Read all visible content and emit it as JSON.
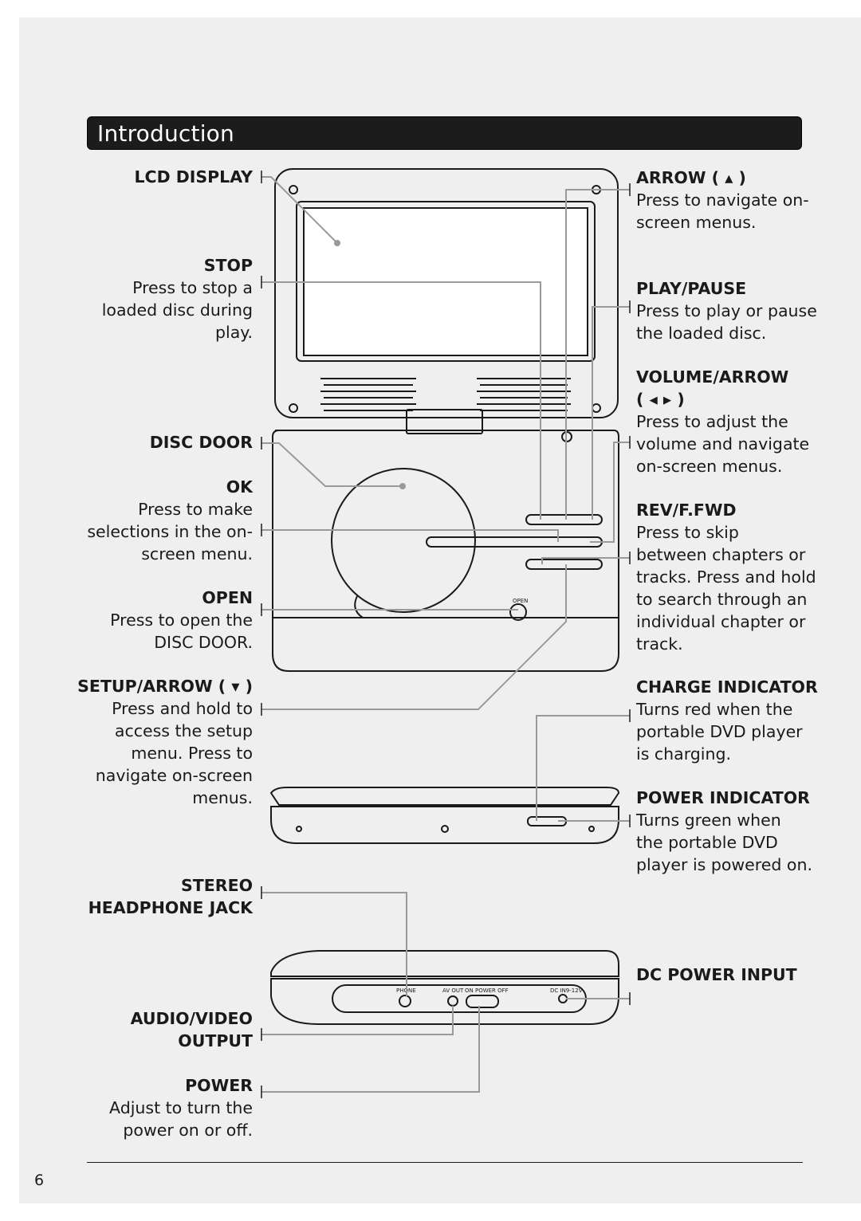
{
  "section_title": "Introduction",
  "page_number": "6",
  "left_labels": {
    "lcd_display": {
      "heading": "LCD DISPLAY",
      "desc": ""
    },
    "stop": {
      "heading": "STOP",
      "desc": "Press to stop a\nloaded disc during\nplay."
    },
    "disc_door": {
      "heading": "DISC DOOR",
      "desc": ""
    },
    "ok": {
      "heading": "OK",
      "desc": "Press to make\nselections in the on-\nscreen menu."
    },
    "open": {
      "heading": "OPEN",
      "desc": "Press to open the\nDISC DOOR."
    },
    "setup_arrow": {
      "heading": "SETUP/ARROW ( ▾ )",
      "desc": "Press and hold to\naccess the setup\nmenu. Press to\nnavigate on-screen\nmenus."
    },
    "headphone": {
      "heading": "STEREO\nHEADPHONE JACK",
      "desc": ""
    },
    "av_output": {
      "heading": "AUDIO/VIDEO\nOUTPUT",
      "desc": ""
    },
    "power": {
      "heading": "POWER",
      "desc": "Adjust to turn the\npower on or off."
    }
  },
  "right_labels": {
    "arrow_up": {
      "heading": "ARROW ( ▴ )",
      "desc": "Press to navigate on-\nscreen menus."
    },
    "play_pause": {
      "heading": "PLAY/PAUSE",
      "desc": "Press to play or pause\nthe loaded disc."
    },
    "volume_arrow": {
      "heading": "VOLUME/ARROW\n( ◂  ▸ )",
      "desc": "Press to adjust the\nvolume and navigate\non-screen menus."
    },
    "rev_ffwd": {
      "heading": "REV/F.FWD",
      "desc": "Press to skip\nbetween chapters or\ntracks. Press and hold\nto search through an\nindividual chapter or\ntrack."
    },
    "charge": {
      "heading": "CHARGE INDICATOR",
      "desc": "Turns red when the\nportable DVD player\nis charging."
    },
    "power_ind": {
      "heading": "POWER INDICATOR",
      "desc": "Turns green when\nthe portable DVD\nplayer is powered on."
    },
    "dc_input": {
      "heading": "DC POWER INPUT",
      "desc": ""
    }
  },
  "device_text": {
    "phone": "PHONE",
    "av_out": "AV OUT",
    "on_power_off": "ON POWER OFF",
    "dc_in": "DC IN9-12V",
    "open_small": "OPEN"
  },
  "colors": {
    "banner": "#1c1c1c",
    "leader": "#9a9a9a",
    "outline": "#1a1a1a",
    "page": "#efefef"
  }
}
